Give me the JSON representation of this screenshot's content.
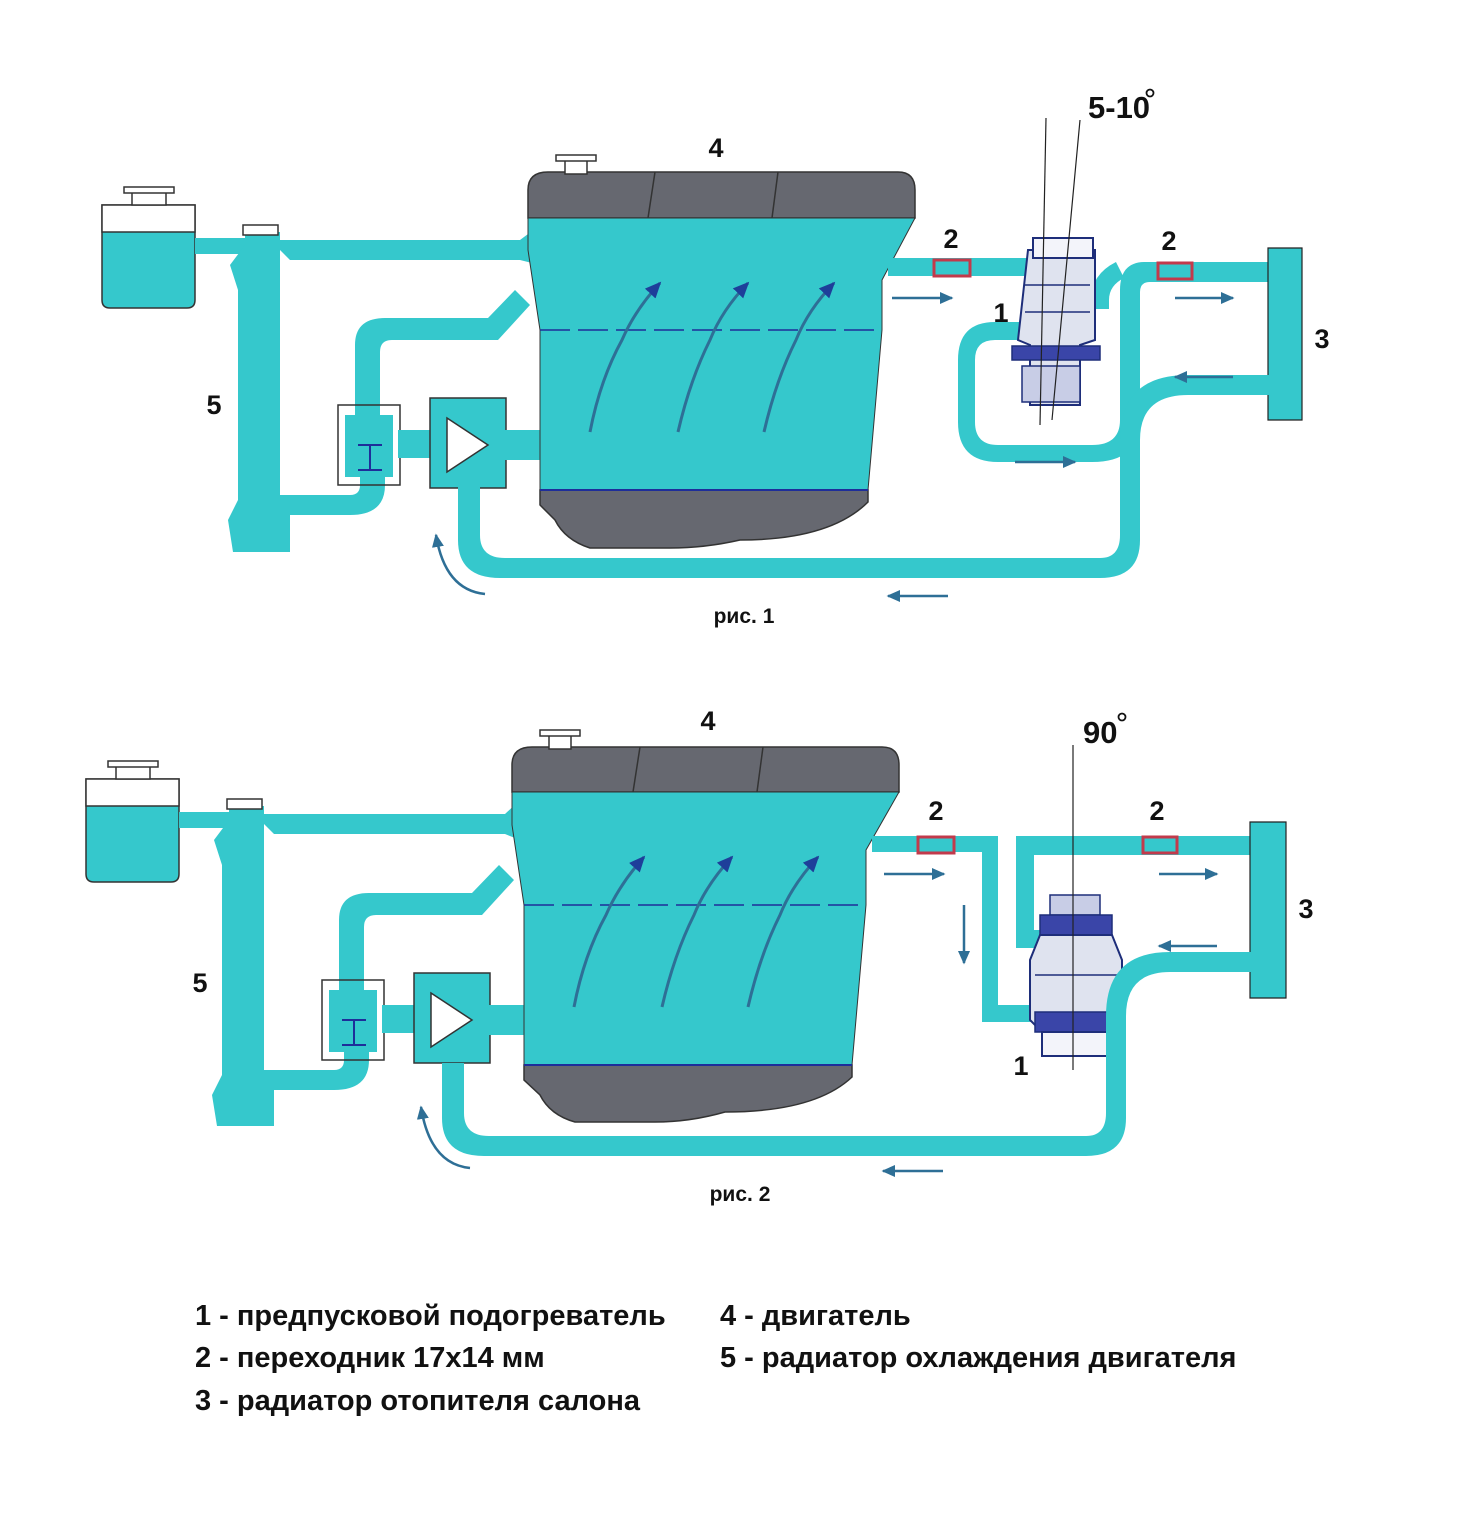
{
  "colors": {
    "water": "#35c8cc",
    "dark": "#666870",
    "arrow": "#2e6f96",
    "adapter": "#c23a4b",
    "outline": "#333344"
  },
  "figures": [
    {
      "caption": "рис. 1",
      "angle": "5-10",
      "labels": {
        "heater": "1",
        "adapter_left": "2",
        "adapter_right": "2",
        "cabin_radiator": "3",
        "engine": "4",
        "engine_radiator": "5"
      }
    },
    {
      "caption": "рис. 2",
      "angle": "90",
      "labels": {
        "heater": "1",
        "adapter_left": "2",
        "adapter_right": "2",
        "cabin_radiator": "3",
        "engine": "4",
        "engine_radiator": "5"
      }
    }
  ],
  "legend": [
    "1 - предпусковой подогреватель",
    "2 - переходник 17х14 мм",
    "3 - радиатор отопителя салона",
    "4 - двигатель",
    "5 - радиатор охлаждения двигателя"
  ]
}
